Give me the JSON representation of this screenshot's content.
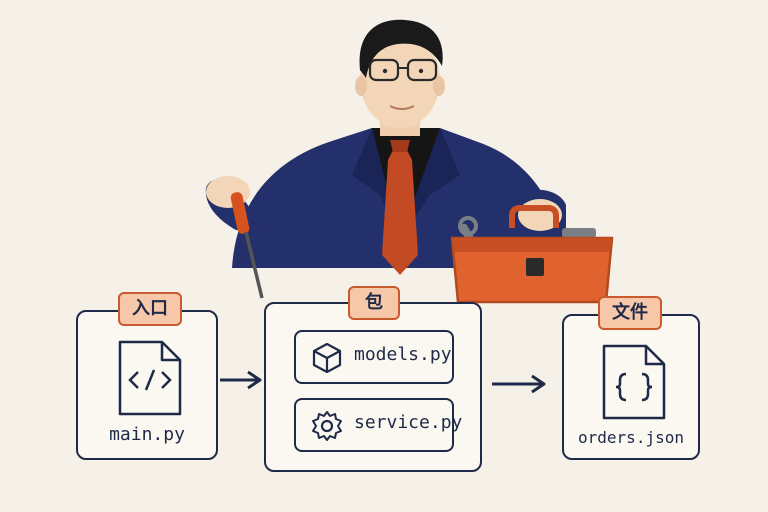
{
  "entry": {
    "tag": "入口",
    "filename": "main.py",
    "icon": "code-file-icon"
  },
  "package": {
    "tag": "包",
    "items": [
      {
        "label": "models.py",
        "icon": "cube-icon"
      },
      {
        "label": "service.py",
        "icon": "gear-icon"
      }
    ]
  },
  "output": {
    "tag": "文件",
    "filename": "orders.json",
    "icon": "json-file-icon"
  },
  "colors": {
    "navy": "#1f2a48",
    "accent": "#c85a2e",
    "tag_fill": "#f6c7a8",
    "toolbox": "#e0622f"
  }
}
